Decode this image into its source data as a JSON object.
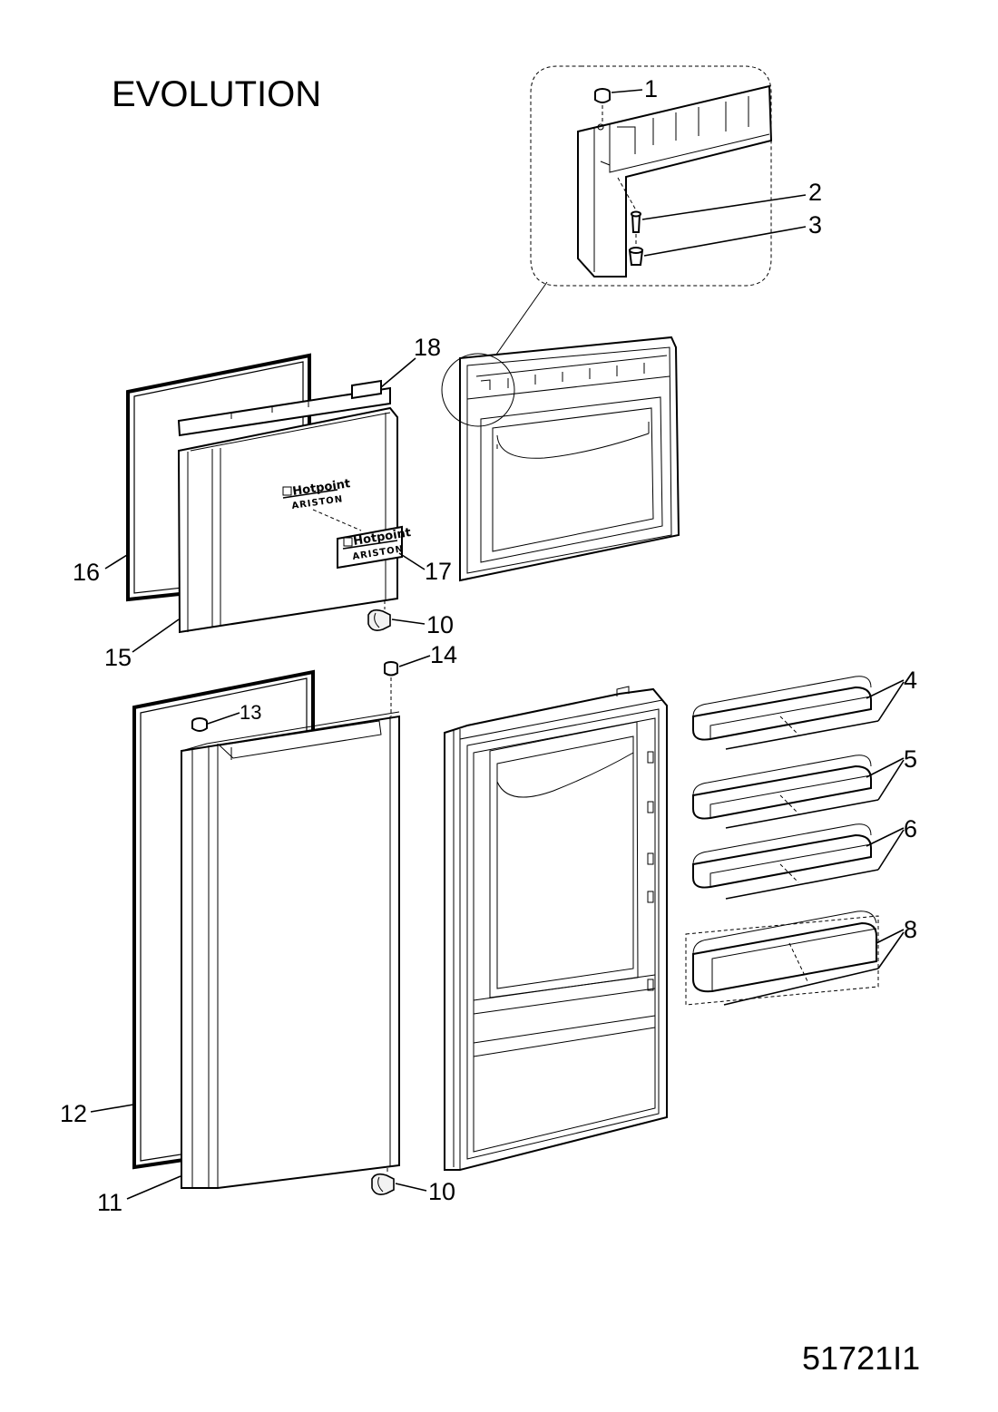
{
  "title": "EVOLUTION",
  "drawing_code": "51721I1",
  "brand": {
    "name": "Hotpoint",
    "sub": "ARISTON"
  },
  "callouts": {
    "c1": "1",
    "c2": "2",
    "c3": "3",
    "c4": "4",
    "c5": "5",
    "c6": "6",
    "c8": "8",
    "c10_top": "10",
    "c10_bottom": "10",
    "c11": "11",
    "c12": "12",
    "c13": "13",
    "c14": "14",
    "c15": "15",
    "c16": "16",
    "c17": "17",
    "c18": "18"
  }
}
